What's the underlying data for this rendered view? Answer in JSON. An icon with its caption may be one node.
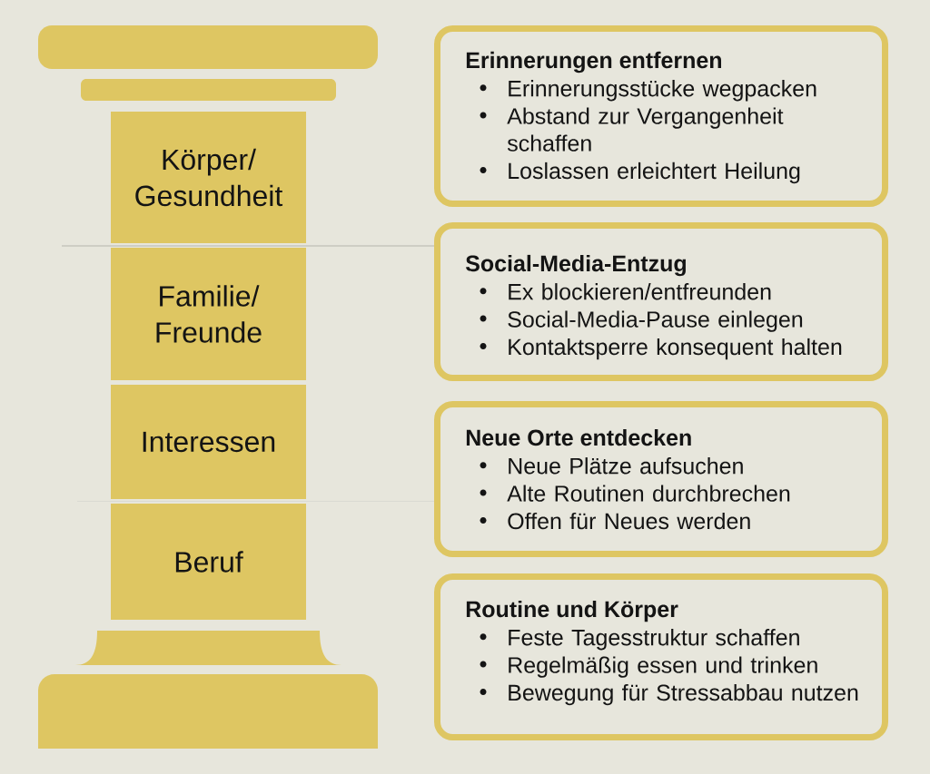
{
  "diagram": {
    "nodes": [
      {
        "text": [],
        "shape": "bar"
      },
      {
        "text": [],
        "shape": "bar"
      },
      {
        "text": [
          "Körper/ Gesundheit"
        ]
      },
      {
        "text": [
          "Familie/ Freunde"
        ]
      },
      {
        "text": [
          "Interessen"
        ]
      },
      {
        "text": [
          "Beruf"
        ]
      },
      {
        "text": [],
        "shape": "trapezoid"
      },
      {
        "text": [],
        "shape": "box"
      },
      {
        "text": [
          "Erinnerungen entfernen",
          "Erinnerungsstücke wegpacken",
          "Abstand zur Vergangenheit schaffen",
          "Loslassen erleichtert Heilung"
        ]
      },
      {
        "text": [
          "Social-Media-Entzug",
          "Ex blockieren/entfreunden",
          "Social-Media-Pause einlegen",
          "Kontaktsperre konsequent halten"
        ]
      },
      {
        "text": [
          "Neue Orte entdecken",
          "Neue Plätze aufsuchen",
          "Alte Routinen durchbrechen",
          "Offen für Neues werden"
        ]
      },
      {
        "text": [
          "Routine und Körper",
          "Feste Tagesstruktur schaffen",
          "Regelmäßig essen und trinken",
          "Bewegung für Stressabbau nutzen"
        ]
      }
    ]
  }
}
